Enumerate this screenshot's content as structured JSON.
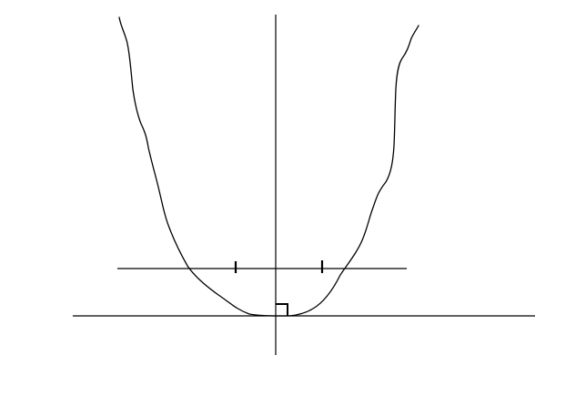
{
  "figure": {
    "kind": "parabola-sketch",
    "colors": {
      "background": "#ffffff",
      "ink": "#000000"
    },
    "tick_marks": 2,
    "marks": [
      "horizontal-axis",
      "vertical-axis",
      "horizontal-chord",
      "parabola-curve",
      "equal-length-tick-left",
      "equal-length-tick-right",
      "right-angle-marker-at-vertex"
    ]
  }
}
